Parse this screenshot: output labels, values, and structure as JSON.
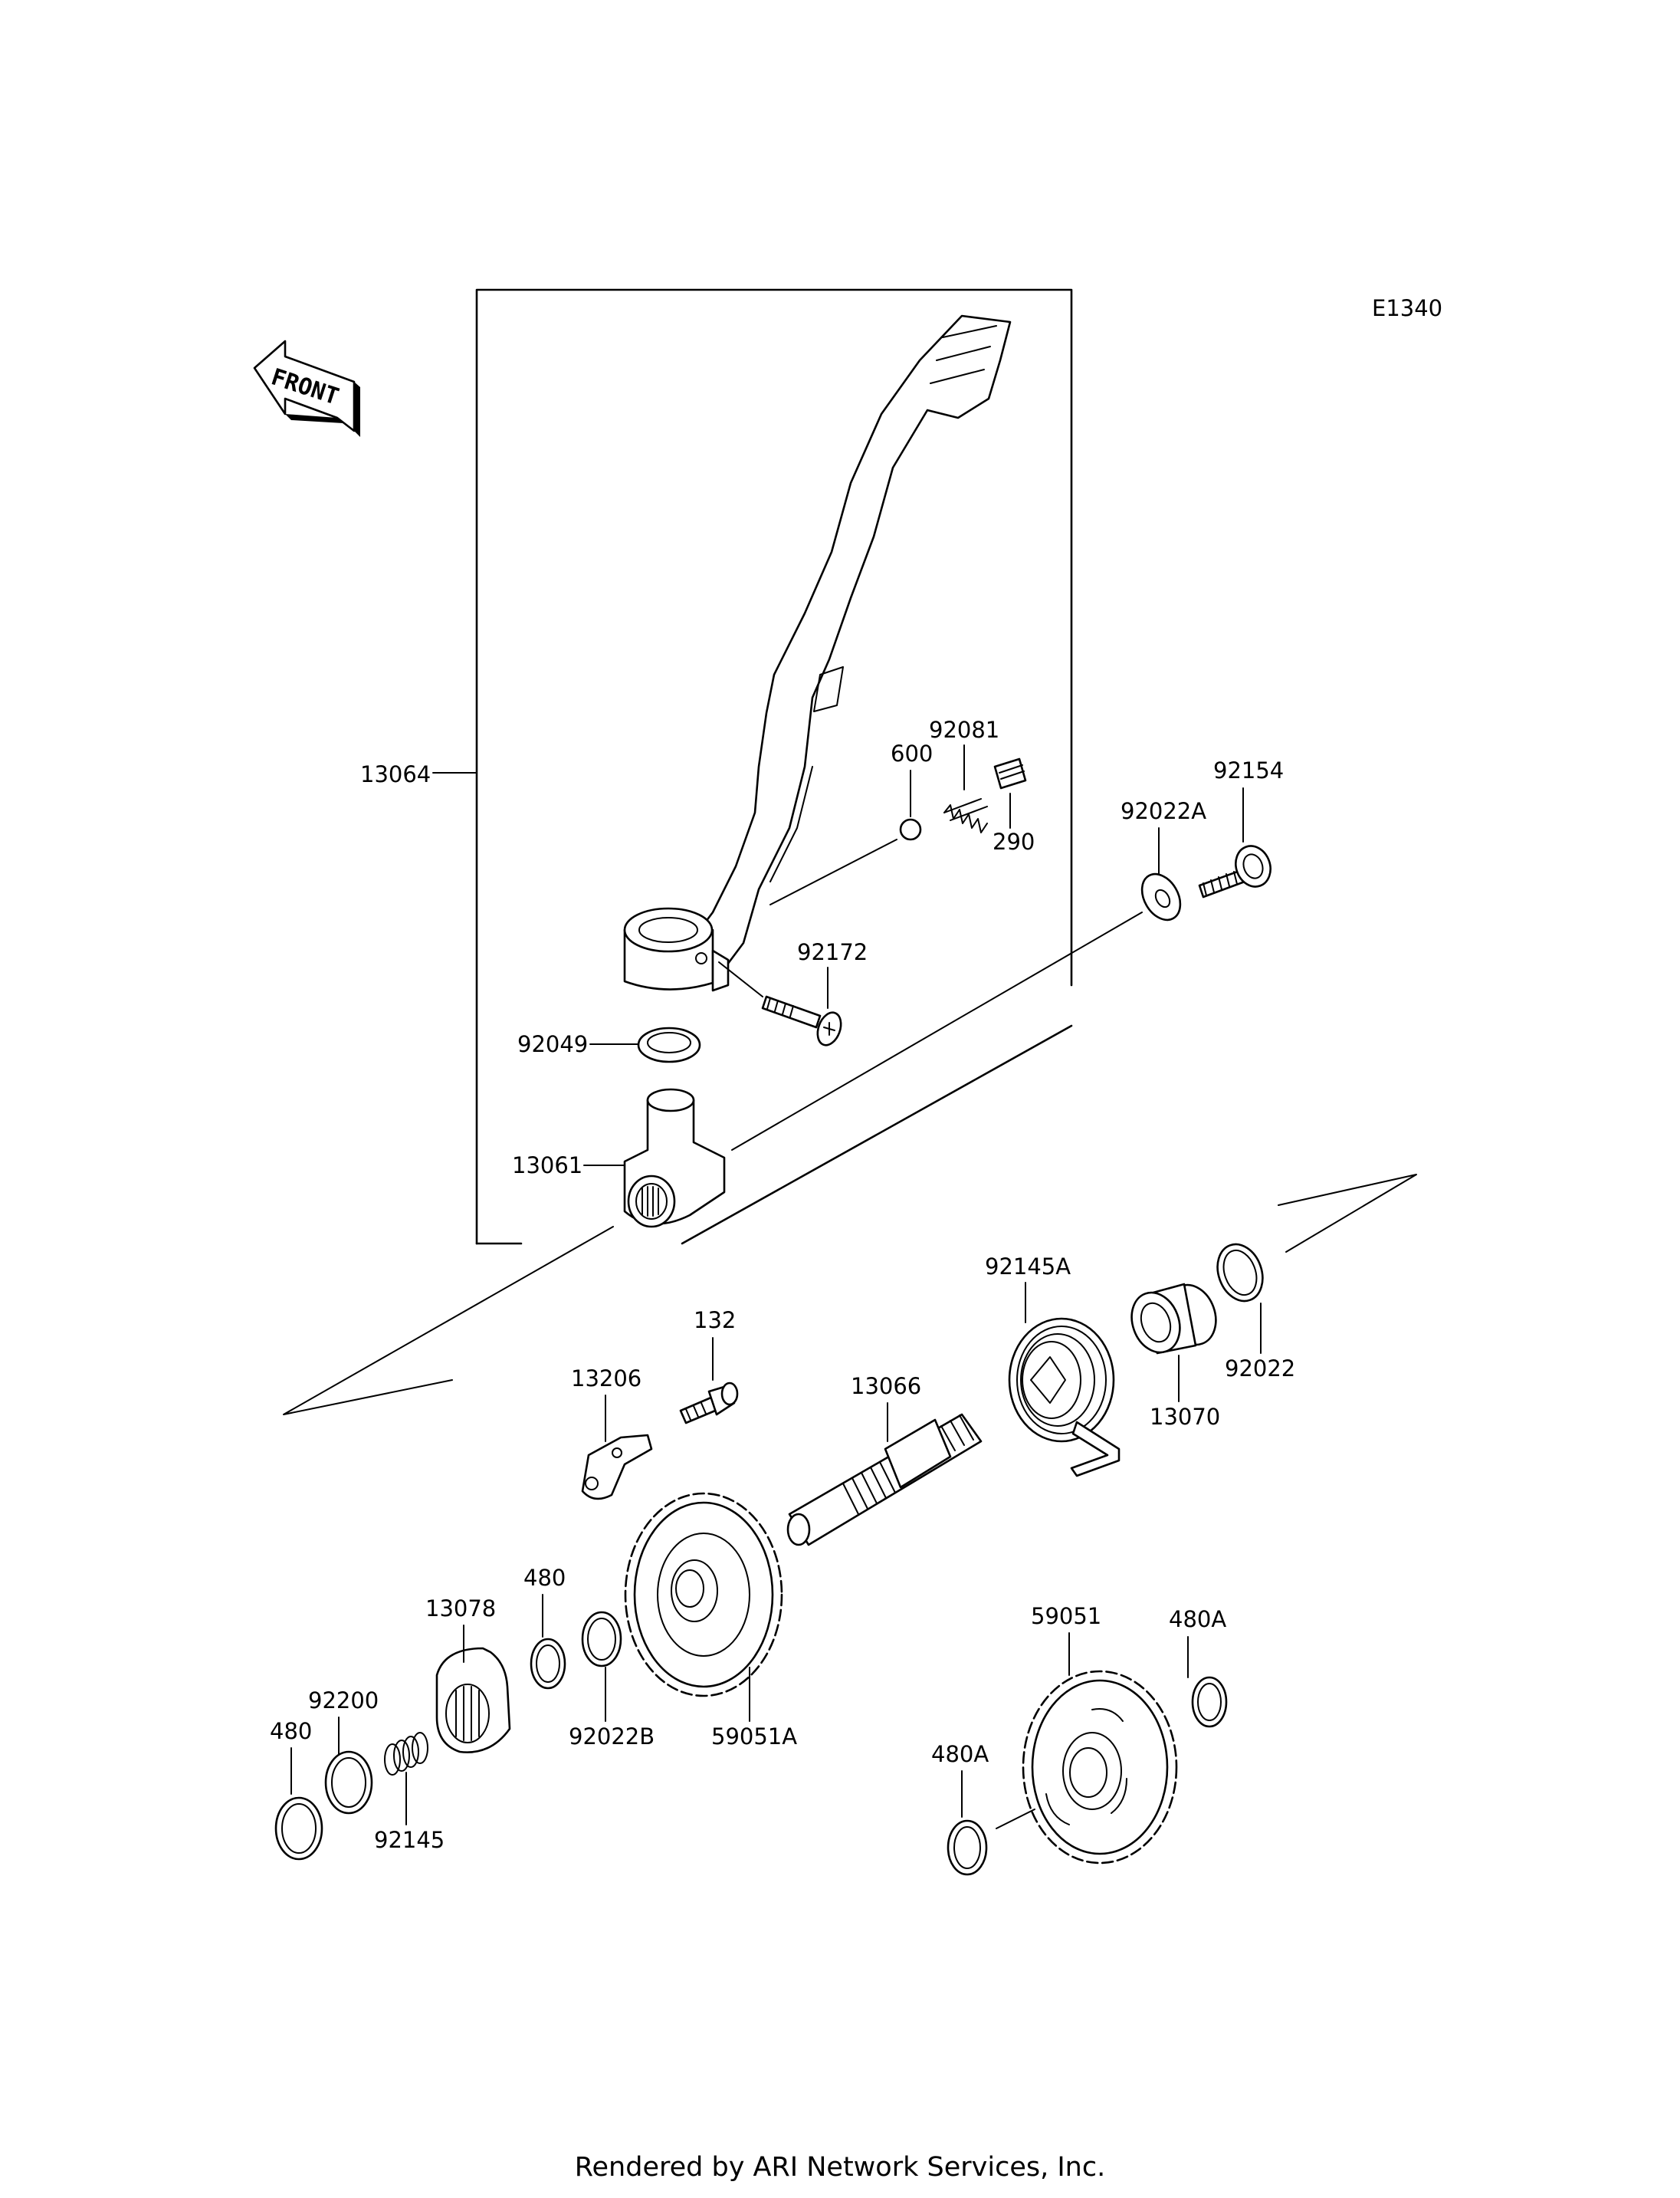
{
  "diagram": {
    "code": "E1340",
    "front_label": "FRONT",
    "footer": "Rendered by ARI Network Services, Inc.",
    "parts": [
      {
        "id": "13064",
        "label": "13064"
      },
      {
        "id": "600",
        "label": "600"
      },
      {
        "id": "92081",
        "label": "92081"
      },
      {
        "id": "290",
        "label": "290"
      },
      {
        "id": "92154",
        "label": "92154"
      },
      {
        "id": "92022A",
        "label": "92022A"
      },
      {
        "id": "92172",
        "label": "92172"
      },
      {
        "id": "92049",
        "label": "92049"
      },
      {
        "id": "13061",
        "label": "13061"
      },
      {
        "id": "92145A",
        "label": "92145A"
      },
      {
        "id": "13070",
        "label": "13070"
      },
      {
        "id": "92022",
        "label": "92022"
      },
      {
        "id": "132",
        "label": "132"
      },
      {
        "id": "13206",
        "label": "13206"
      },
      {
        "id": "13066",
        "label": "13066"
      },
      {
        "id": "480-upper",
        "label": "480"
      },
      {
        "id": "13078",
        "label": "13078"
      },
      {
        "id": "92200",
        "label": "92200"
      },
      {
        "id": "480-lower",
        "label": "480"
      },
      {
        "id": "92145",
        "label": "92145"
      },
      {
        "id": "92022B",
        "label": "92022B"
      },
      {
        "id": "59051A",
        "label": "59051A"
      },
      {
        "id": "59051",
        "label": "59051"
      },
      {
        "id": "480A-right",
        "label": "480A"
      },
      {
        "id": "480A-left",
        "label": "480A"
      }
    ]
  }
}
